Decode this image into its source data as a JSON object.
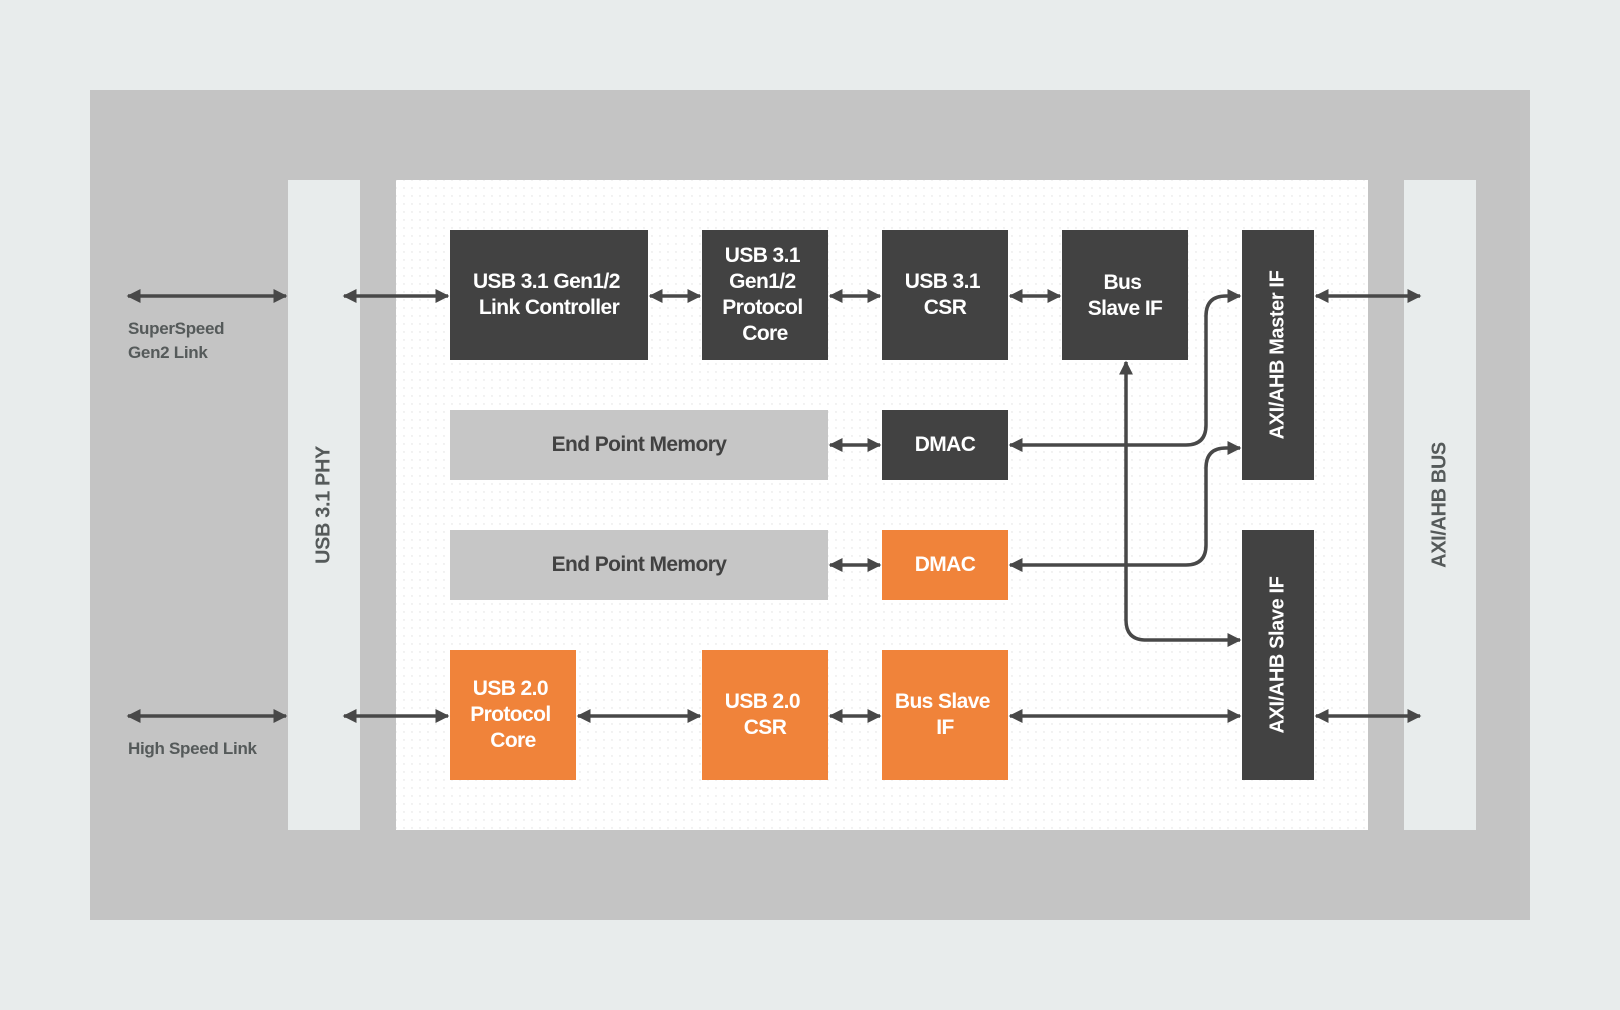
{
  "colors": {
    "background": "#e8ecec",
    "outer_frame": "#c4c4c4",
    "phy_bar": "#e8ecec",
    "core_area": "#ffffff",
    "dark_block": "#424242",
    "orange_block": "#f0833a",
    "light_block": "#c6c6c6",
    "wire": "#484848"
  },
  "external_links": {
    "superspeed": [
      "SuperSpeed",
      "Gen2 Link"
    ],
    "highspeed": [
      "High Speed Link"
    ]
  },
  "side_bars": {
    "phy": "USB 3.1 PHY",
    "bus": "AXI/AHB BUS"
  },
  "blocks": {
    "link_controller": [
      "USB 3.1 Gen1/2",
      "Link Controller"
    ],
    "protocol_core_31": [
      "USB 3.1",
      "Gen1/2",
      "Protocol",
      "Core"
    ],
    "csr_31": [
      "USB 3.1",
      "CSR"
    ],
    "bus_slave_if_31": [
      "Bus",
      "Slave IF"
    ],
    "master_if": "AXI/AHB Master IF",
    "ep_memory_1": [
      "End Point Memory"
    ],
    "dmac_1": [
      "DMAC"
    ],
    "ep_memory_2": [
      "End Point Memory"
    ],
    "dmac_2": [
      "DMAC"
    ],
    "slave_if": "AXI/AHB Slave IF",
    "protocol_core_20": [
      "USB 2.0",
      "Protocol",
      "Core"
    ],
    "csr_20": [
      "USB 2.0",
      "CSR"
    ],
    "bus_slave_if_20": [
      "Bus Slave",
      "IF"
    ]
  }
}
